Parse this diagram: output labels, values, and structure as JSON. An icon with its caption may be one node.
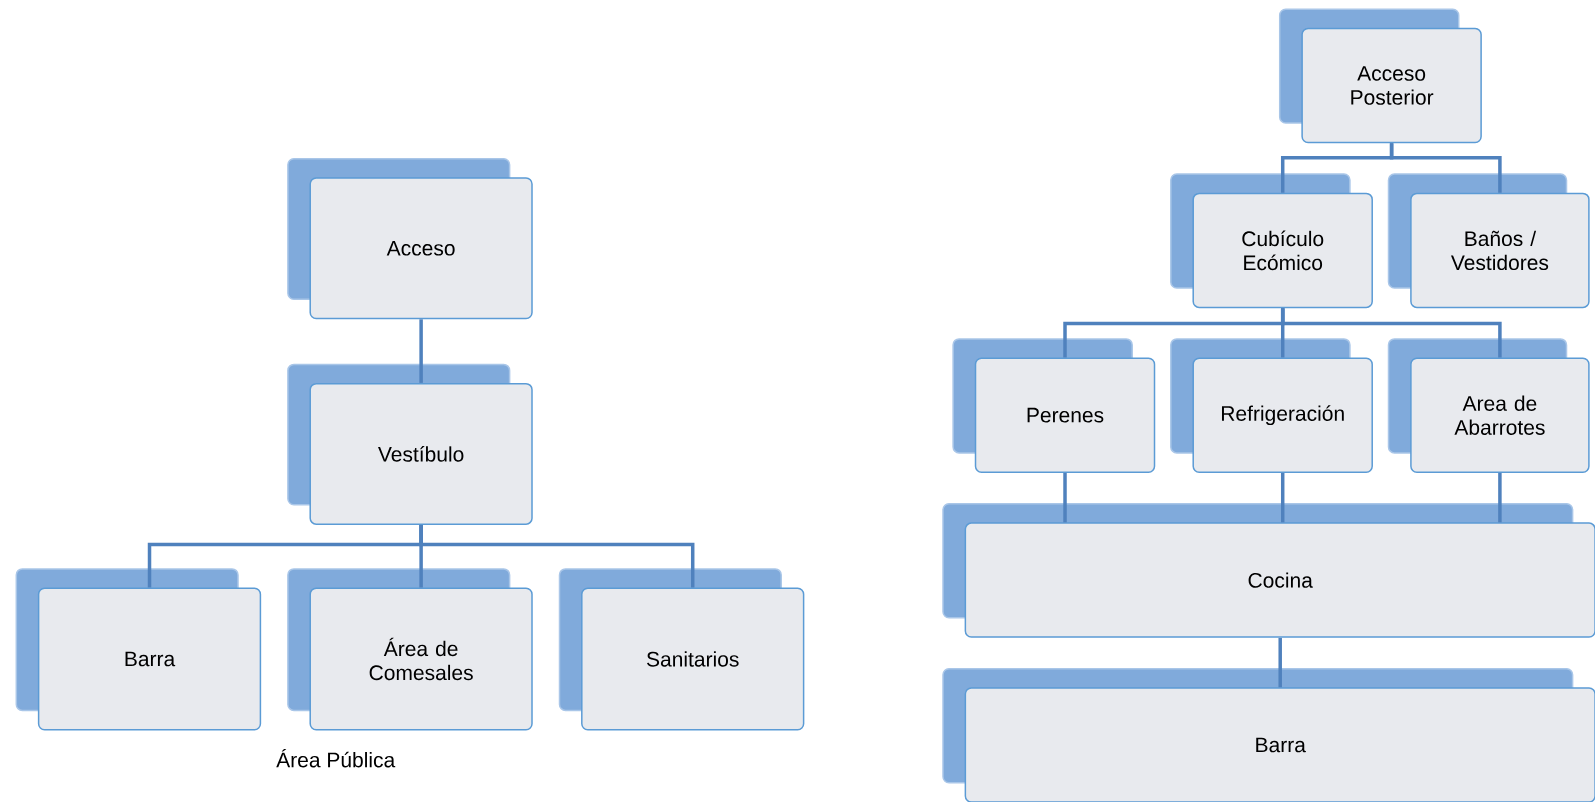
{
  "diagram": {
    "nodes": [
      {
        "text": [
          "Acceso"
        ]
      },
      {
        "text": [
          "Vestíbulo"
        ]
      },
      {
        "text": [
          "Barra"
        ]
      },
      {
        "text": [
          "Área de Comesales"
        ]
      },
      {
        "text": [
          "Sanitarios"
        ]
      },
      {
        "text": [
          "Acceso Posterior"
        ]
      },
      {
        "text": [
          "Cubículo Ecómico"
        ]
      },
      {
        "text": [
          "Baños / Vestidores"
        ]
      },
      {
        "text": [
          "Perenes"
        ]
      },
      {
        "text": [
          "Refrigeración"
        ]
      },
      {
        "text": [
          "Area de Abarrotes"
        ]
      },
      {
        "text": [
          "Cocina"
        ]
      },
      {
        "text": [
          "Barra"
        ]
      }
    ],
    "edges": [
      {
        "from": 0,
        "to": 1,
        "arrow": "none"
      },
      {
        "from": 1,
        "to": 2,
        "arrow": "none"
      },
      {
        "from": 1,
        "to": 3,
        "arrow": "none"
      },
      {
        "from": 1,
        "to": 4,
        "arrow": "none"
      },
      {
        "from": 5,
        "to": 6,
        "arrow": "none"
      },
      {
        "from": 5,
        "to": 7,
        "arrow": "none"
      },
      {
        "from": 6,
        "to": 8,
        "arrow": "none"
      },
      {
        "from": 6,
        "to": 9,
        "arrow": "none"
      },
      {
        "from": 6,
        "to": 10,
        "arrow": "none"
      },
      {
        "from": 8,
        "to": 11,
        "arrow": "none"
      },
      {
        "from": 9,
        "to": 11,
        "arrow": "none"
      },
      {
        "from": 10,
        "to": 11,
        "arrow": "none"
      },
      {
        "from": 11,
        "to": 12,
        "arrow": "none"
      }
    ],
    "labels": [
      "Área Pública"
    ]
  }
}
